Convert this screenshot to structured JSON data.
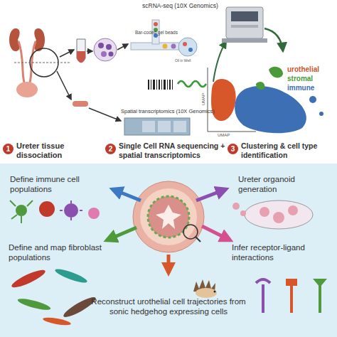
{
  "diagram": {
    "nodes": [
      {
        "text": [
          "1",
          "Ureter tissue dissociation"
        ]
      },
      {
        "text": [
          "2",
          "Single Cell RNA sequencing + spatial transcriptomics"
        ]
      },
      {
        "text": [
          "3",
          "Clustering & cell type identification"
        ]
      },
      {
        "text": [
          "Define immune cell populations",
          "Ureter organoid generation",
          "Define and map fibroblast populations",
          "Infer receptor-ligand interactions",
          "Reconstruct urothelial cell trajectories from sonic hedgehog expressing cells"
        ]
      }
    ],
    "labels": [
      "scRNA-seq (10X Genomics)",
      "Bar-coded gel beads",
      "Oil in Well",
      "Spatial transcriptomics (10X Genomics)",
      "urothelial",
      "stromal",
      "immune",
      "UMAP",
      "UMAP"
    ]
  }
}
